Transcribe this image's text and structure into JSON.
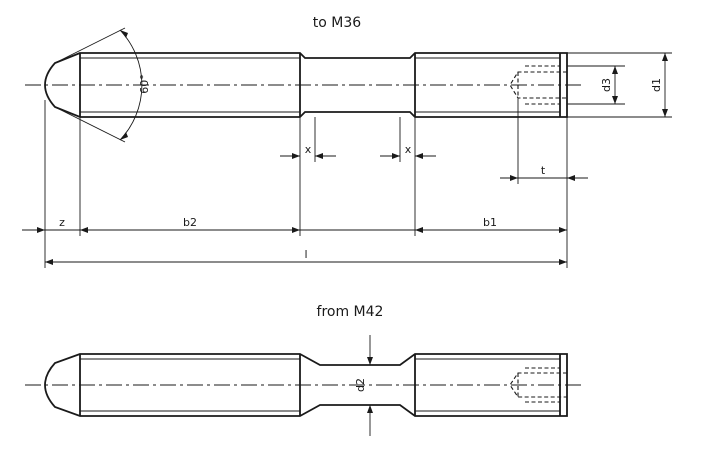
{
  "views": {
    "upper": {
      "title": "to M36"
    },
    "lower": {
      "title": "from M42"
    }
  },
  "dimensions": {
    "angle": "60°",
    "d1": "d1",
    "d3": "d3",
    "d2": "d2",
    "x_left": "x",
    "x_right": "x",
    "t": "t",
    "z": "z",
    "b2": "b2",
    "b1": "b1",
    "l": "l"
  }
}
